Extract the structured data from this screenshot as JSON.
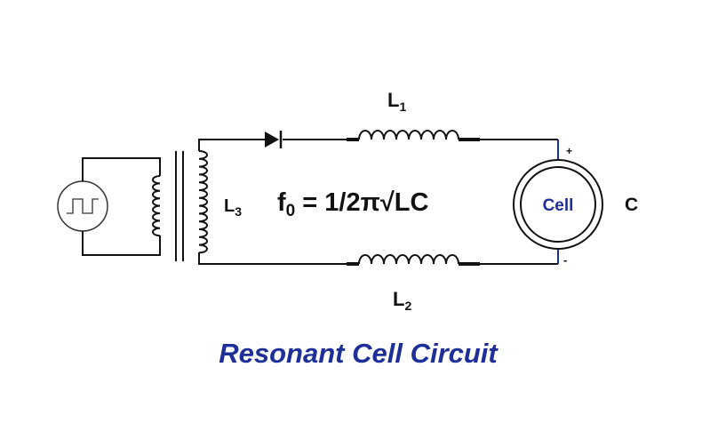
{
  "diagram": {
    "label_L1": {
      "main": "L",
      "sub": "1"
    },
    "label_L2": {
      "main": "L",
      "sub": "2"
    },
    "label_L3": {
      "main": "L",
      "sub": "3"
    },
    "label_C": "C",
    "cell_label": "Cell",
    "plus_sign": "+",
    "minus_sign": "-",
    "formula": {
      "f": "f",
      "sub": "0",
      "rest": " = 1/2π√LC"
    },
    "title": "Resonant Cell Circuit"
  },
  "colors": {
    "accent_blue": "#1f2f9a",
    "line": "#111111"
  },
  "icons": {
    "source": "square-wave-source-icon",
    "diode": "diode-icon",
    "cell": "capacitor-cell-icon"
  }
}
